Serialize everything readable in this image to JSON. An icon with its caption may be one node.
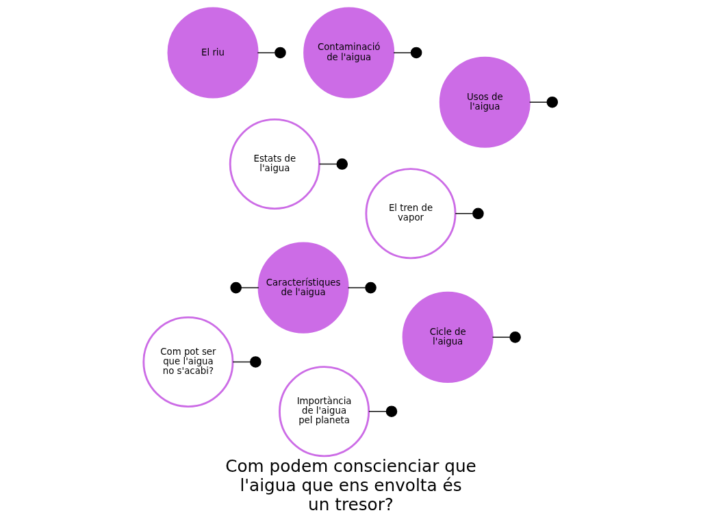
{
  "diagram": {
    "title": "Com podem conscienciar que l'aigua que ens envolta és un tresor?",
    "nodes": [
      {
        "text": [
          "El tren de vapor"
        ]
      },
      {
        "text": [
          "Característiques de l'aigua"
        ]
      },
      {
        "text": [
          "Estats de l'aigua"
        ]
      },
      {
        "text": [
          "Cicle de l'aigua"
        ]
      },
      {
        "text": [
          "Usos de l'aigua"
        ]
      },
      {
        "text": [
          "Com pot ser que l'aigua no s'acabi?"
        ]
      },
      {
        "text": [
          "Importància de l'aigua pel planeta"
        ]
      },
      {
        "text": [
          "Contaminació de l'aigua"
        ]
      },
      {
        "text": [
          "El riu"
        ]
      }
    ],
    "edges": [
      {
        "from": 0,
        "to": null,
        "arrow": "other"
      },
      {
        "from": 1,
        "to": null,
        "arrow": "other"
      },
      {
        "from": 1,
        "to": null,
        "arrow": "other"
      },
      {
        "from": 2,
        "to": null,
        "arrow": "other"
      },
      {
        "from": 3,
        "to": null,
        "arrow": "other"
      },
      {
        "from": 5,
        "to": null,
        "arrow": "other"
      },
      {
        "from": 8,
        "to": null,
        "arrow": "other"
      },
      {
        "from": 7,
        "to": null,
        "arrow": "other"
      },
      {
        "from": 6,
        "to": null,
        "arrow": "other"
      },
      {
        "from": 4,
        "to": null,
        "arrow": "other"
      }
    ]
  }
}
